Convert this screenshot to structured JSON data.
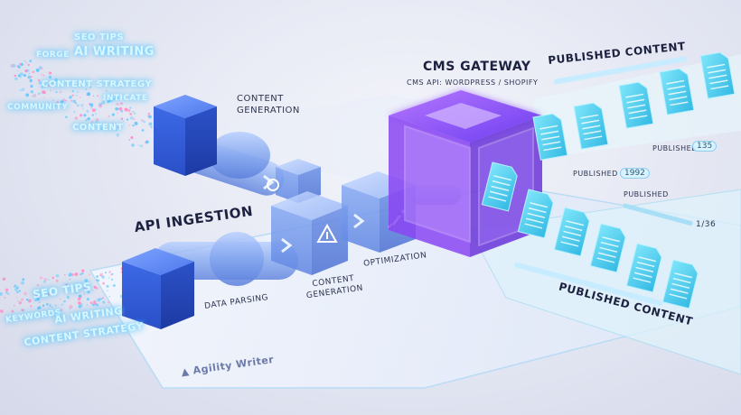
{
  "labels": {
    "content_generation_top": "CONTENT\nGENERATION",
    "cms_gateway": "CMS GATEWAY",
    "cms_api": "CMS API: WORDPRESS / SHOPIFY",
    "api_ingestion": "API INGESTION",
    "data_parsing": "DATA PARSING",
    "content_generation_mid": "CONTENT\nGENERATION",
    "optimization": "OPTIMIZATION",
    "published_content_top": "PUBLISHED CONTENT",
    "published_content_bottom": "PUBLISHED CONTENT",
    "published_1": "PUBLISHED",
    "count_1": "1992",
    "published_2": "PUBLISHED",
    "count_2": "135",
    "published_3": "PUBLISHED",
    "page_count": "1/36",
    "brand": "Agility Writer"
  },
  "keywords_top": [
    "SEO TIPS",
    "FORGE",
    "AI WRITING",
    "CONTENT STRATEGY",
    "INTICATE",
    "COMMUNITY",
    "CONTENT"
  ],
  "keywords_bottom": [
    "SEO TIPS",
    "KEYWORDS",
    "AI WRITING",
    "CONTENT STRATEGY"
  ],
  "icons": [
    "arrow-icon",
    "rocket-icon",
    "ai-chip-icon",
    "document-icon"
  ],
  "colors": {
    "blue_cube": "#3f6ee0",
    "glass_cube": "#7ea6f0",
    "gateway": "#9a4cf5",
    "document": "#4fd0ee",
    "keyword_glow": "#6fd7ff",
    "platform": "#eef2fb"
  }
}
